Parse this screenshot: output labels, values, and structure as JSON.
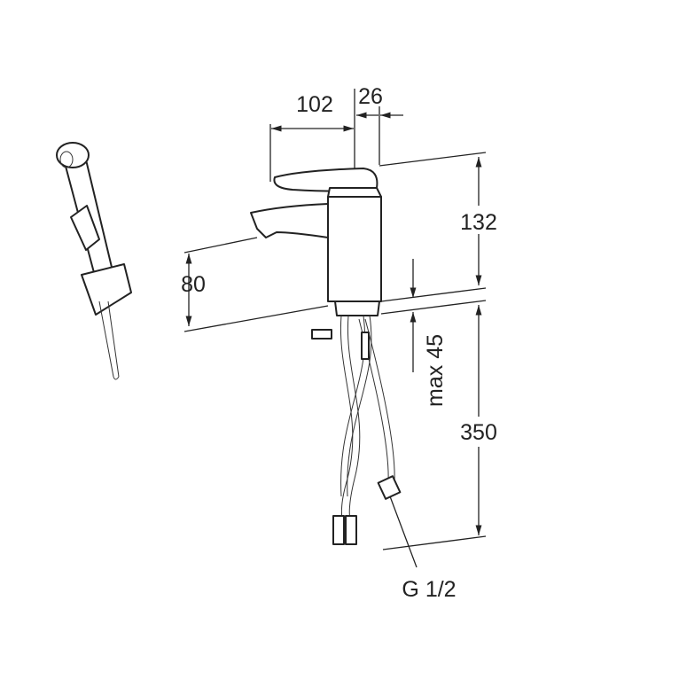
{
  "drawing": {
    "dimensions": {
      "spout_reach": "102",
      "lever_offset": "26",
      "height_above_deck": "132",
      "spout_height": "80",
      "max_deck_thickness": "max 45",
      "hose_length": "350",
      "connection_thread": "G 1/2"
    },
    "colors": {
      "line": "#222222",
      "background": "#ffffff"
    }
  }
}
